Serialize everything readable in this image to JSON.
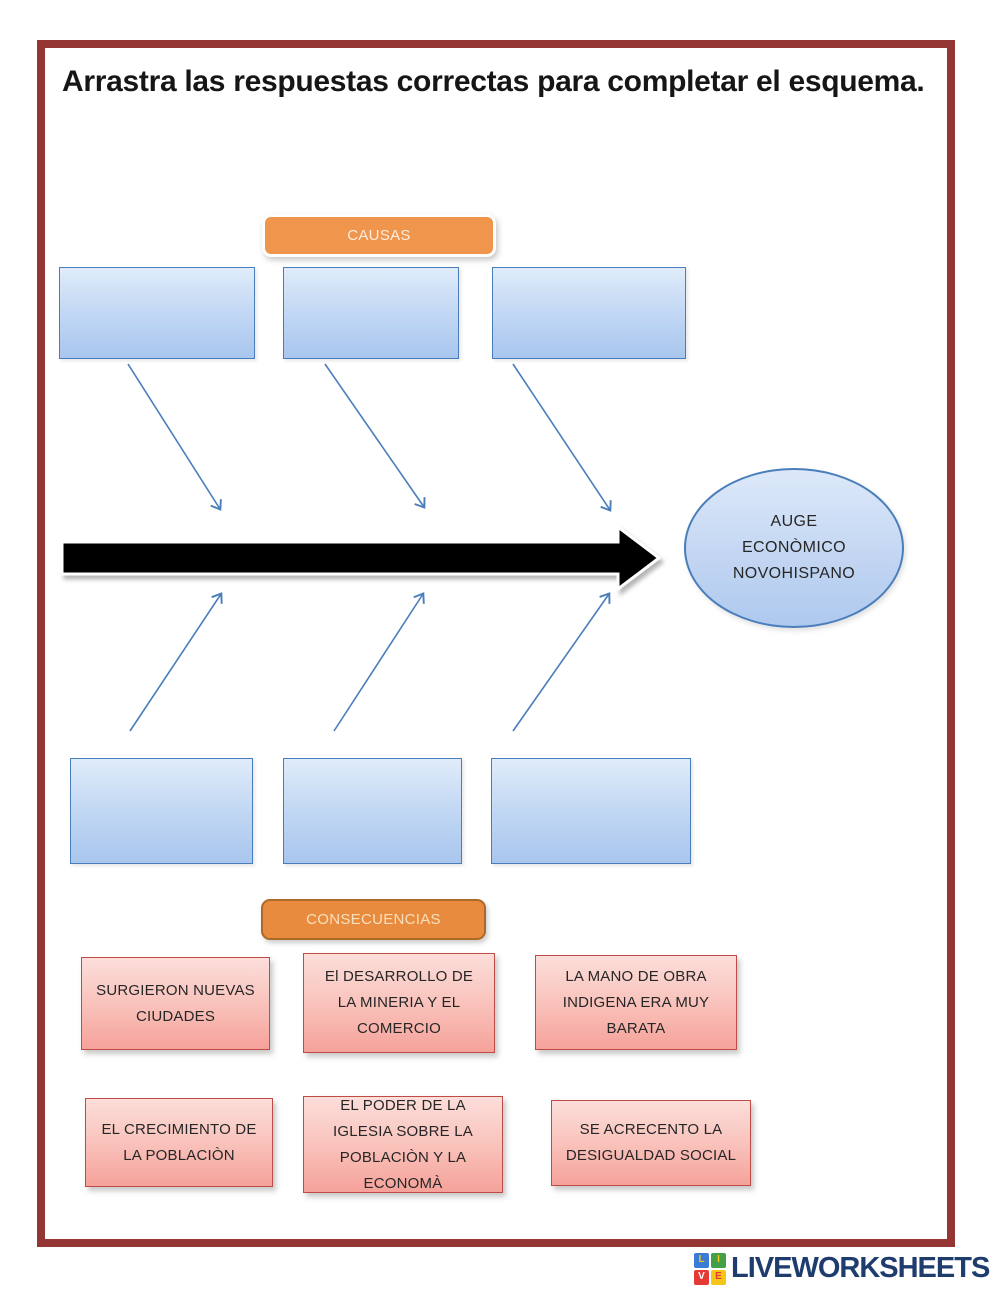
{
  "title": "Arrastra las respuestas correctas para completar el esquema.",
  "diagram": {
    "causes_label": "CAUSAS",
    "consequences_label": "CONSECUENCIAS",
    "effect_node_text": "AUGE\nECONÒMICO\nNOVOHISPANO",
    "cause_slot_count": 3,
    "consequence_slot_count": 3
  },
  "answers": [
    "SURGIERON NUEVAS CIUDADES",
    "El DESARROLLO DE LA MINERIA Y EL COMERCIO",
    "LA MANO DE OBRA INDIGENA ERA MUY BARATA",
    "EL CRECIMIENTO DE LA POBLACIÒN",
    "EL PODER DE LA IGLESIA SOBRE LA POBLACIÒN Y LA ECONOMÀ",
    "SE ACRECENTO LA DESIGUALDAD SOCIAL"
  ],
  "footer": {
    "logo_text": "LIVEWORKSHEETS",
    "logo_squares": [
      {
        "letter": "L",
        "bg": "#3a7bd5",
        "fg": "#f5c518"
      },
      {
        "letter": "I",
        "bg": "#43a047",
        "fg": "#f5c518"
      },
      {
        "letter": "V",
        "bg": "#e53935",
        "fg": "#ffffff"
      },
      {
        "letter": "E",
        "bg": "#f5c518",
        "fg": "#e53935"
      }
    ]
  },
  "colors": {
    "frame_border": "#943634",
    "causes_pill": "#f0954c",
    "consequences_pill": "#e88b3e",
    "slot_fill_top": "#e0ecfa",
    "slot_fill_bottom": "#a9c6ee",
    "slot_border": "#4a7ebb",
    "connector_arrow": "#4a7ebb",
    "main_arrow": "#000000",
    "answer_fill_top": "#fcdeda",
    "answer_fill_bottom": "#f5a29a",
    "answer_border": "#bf4b47",
    "logo_text": "#1e3c6e"
  }
}
